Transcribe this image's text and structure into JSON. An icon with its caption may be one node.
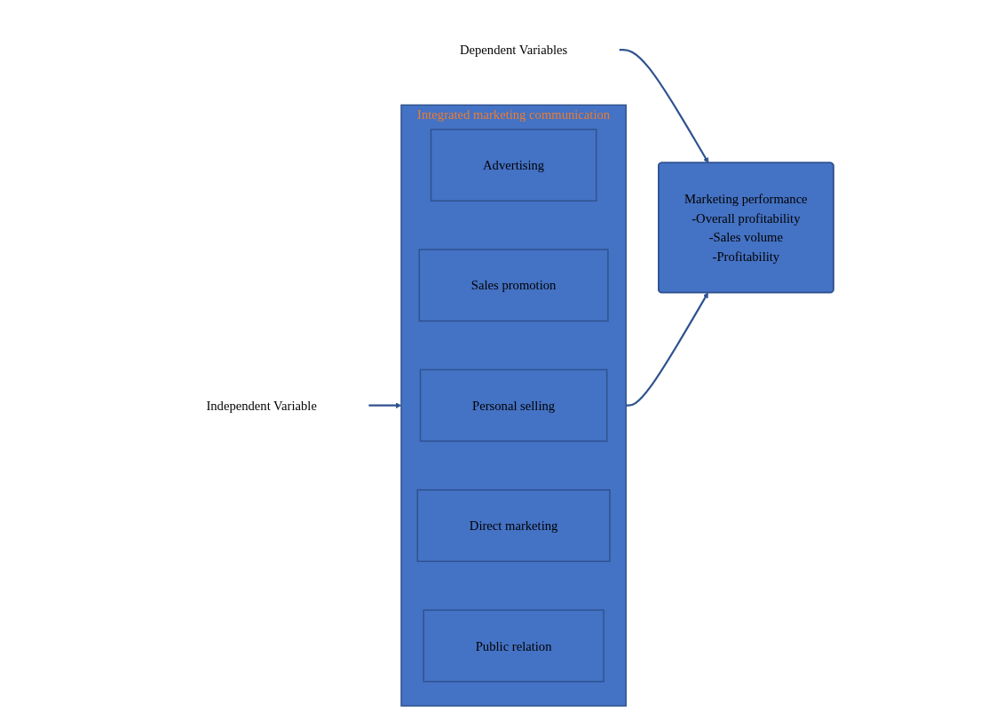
{
  "diagram": {
    "nodes": [
      {
        "text": [
          "Integrated marketing communication"
        ]
      },
      {
        "text": [
          "Advertising"
        ],
        "in": 0
      },
      {
        "text": [
          "Sales promotion"
        ],
        "in": 0
      },
      {
        "text": [
          "Personal selling"
        ],
        "in": 0
      },
      {
        "text": [
          "Direct marketing"
        ],
        "in": 0
      },
      {
        "text": [
          "Public relation"
        ],
        "in": 0
      },
      {
        "text": [
          "Marketing performance",
          "-Overall profitability",
          "-Sales volume",
          "-Profitability"
        ]
      },
      {
        "text": [
          "Independent Variable"
        ]
      },
      {
        "text": [
          "Dependent Variables"
        ]
      }
    ],
    "edges": [
      {
        "from": 0,
        "to": 6,
        "arrow": "to"
      },
      {
        "from": 7,
        "to": 0,
        "arrow": "to"
      },
      {
        "from": 8,
        "to": 6,
        "arrow": "to"
      }
    ]
  }
}
